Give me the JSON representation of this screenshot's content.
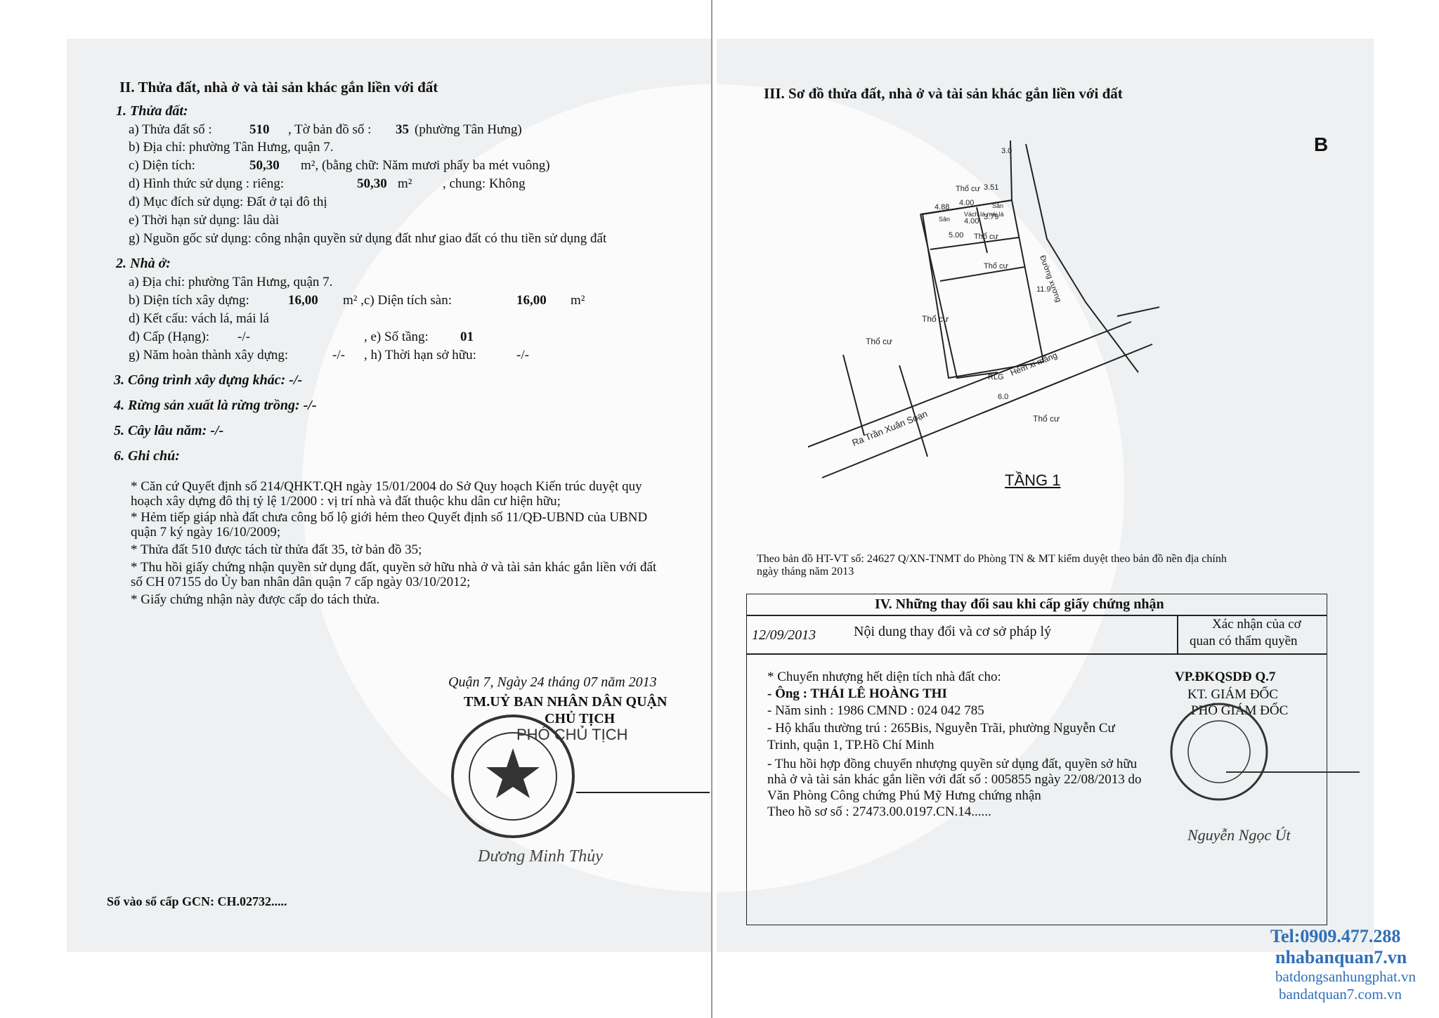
{
  "left": {
    "section_title": "II. Thửa đất, nhà ở và tài sản khác gắn liền với đất",
    "land": {
      "heading": "1. Thửa đất:",
      "a_label": "a) Thửa đất số :",
      "a_value": "510",
      "a_map_label": ", Tờ bản đồ số :",
      "a_map_value": "35",
      "a_ward": "(phường Tân Hưng)",
      "b": "b) Địa chỉ:   phường Tân Hưng, quận 7.",
      "c_label": "c) Diện tích:",
      "c_value": "50,30",
      "c_unit": "m², (bằng chữ: Năm mươi phẩy ba mét vuông)",
      "d_label": "d) Hình thức sử dụng : riêng:",
      "d_value": "50,30",
      "d_unit": "m²",
      "d_shared": ", chung: Không",
      "dd": "đ) Mục đích sử dụng: Đất ở tại đô thị",
      "e": "e) Thời hạn sử dụng:  lâu dài",
      "g": "g) Nguồn gốc sử dụng: công nhận quyền sử dụng đất như giao đất có thu tiền sử dụng đất"
    },
    "house": {
      "heading": "2. Nhà ở:",
      "a": "a) Địa chỉ:   phường Tân Hưng, quận 7.",
      "b_label": "b) Diện tích xây dựng:",
      "b_value": "16,00",
      "b_unit": "m² ,c) Diện tích sàn:",
      "b_floor_value": "16,00",
      "b_floor_unit": "m²",
      "d": "d) Kết cấu:  vách lá, mái lá",
      "dd_label": "đ) Cấp (Hạng):",
      "dd_value": "-/-",
      "e_label": ", e) Số tầng:",
      "e_value": "01",
      "g_label": "g) Năm hoàn thành xây dựng:",
      "g_value": "-/-",
      "h_label": ", h) Thời hạn sở hữu:",
      "h_value": "-/-"
    },
    "other_construction": "3. Công trình xây dựng khác: -/-",
    "forest": "4. Rừng sản xuất là rừng trồng: -/-",
    "perennial": "5. Cây lâu năm: -/-",
    "notes": {
      "heading": "6. Ghi chú:",
      "lines": [
        "* Căn cứ Quyết định số 214/QHKT.QH ngày 15/01/2004 do Sở Quy hoạch Kiến trúc duyệt quy",
        "hoạch xây dựng đô thị tỷ lệ 1/2000 : vị trí nhà và đất thuộc khu dân cư hiện hữu;",
        "* Hẻm tiếp giáp nhà đất chưa công bố lộ giới hẻm theo Quyết định số 11/QĐ-UBND của UBND",
        "quận 7 ký ngày 16/10/2009;",
        "* Thửa đất 510 được tách từ thửa đất 35, tờ bản đồ 35;",
        "* Thu hồi giấy chứng nhận quyền sử dụng đất, quyền sở hữu nhà ở và tài sản khác gắn liền với đất",
        "số CH 07155 do Ủy ban nhân dân quận 7 cấp ngày 03/10/2012;",
        "* Giấy chứng nhận này được cấp do tách thửa."
      ]
    },
    "signature": {
      "date": "Quận 7, Ngày 24  tháng 07  năm 2013",
      "org": "TM.UỶ BAN NHÂN DÂN QUẬN",
      "chair": "CHỦ TỊCH",
      "stamp_title": "PHÓ CHỦ TỊCH",
      "signer": "Dương Minh Thủy"
    },
    "cert_number": "Số vào sổ cấp GCN: CH.02732....."
  },
  "right": {
    "section_title": "III. Sơ đồ thửa đất, nhà ở và tài sản khác gắn liền với đất",
    "letter_b": "B",
    "diagram": {
      "floor_label": "TẦNG 1",
      "street_label": "Ra Trần Xuân Soạn",
      "alley_label": "Hẻm xi măng",
      "side_road": "Đường xương",
      "thocu": "Thổ cư",
      "dims": [
        "3.0",
        "4.00",
        "3.51",
        "4.00",
        "4.88",
        "4.00",
        "3.79",
        "5.00",
        "11.9",
        "6.0",
        "4.00"
      ],
      "wall_label": "Vách lá mái lá",
      "san": "Sân",
      "rlg": "RLG"
    },
    "map_note_1": "Theo bản đồ HT-VT số:  24627  Q/XN-TNMT do Phòng TN & MT kiểm duyệt theo bản đồ nền  địa  chính",
    "map_note_2": "ngày         tháng          năm 2013",
    "changes": {
      "title": "IV. Những thay đổi sau khi cấp giấy chứng nhận",
      "col_date": "12/09/2013",
      "col_content": "Nội dung thay đổi và cơ sở pháp lý",
      "col_confirm_1": "Xác nhận của cơ",
      "col_confirm_2": "quan có thẩm quyền",
      "lines": [
        "* Chuyển nhượng hết diện tích nhà đất cho:",
        "- Ông : THÁI LÊ HOÀNG THI",
        "- Năm sinh : 1986     CMND : 024 042 785",
        "- Hộ khẩu thường trú : 265Bis, Nguyễn Trãi, phường  Nguyễn Cư",
        "Trinh, quận 1, TP.Hồ Chí Minh",
        "- Thu hồi hợp đồng chuyển nhượng quyền sử dụng đất, quyền sở hữu",
        "nhà ở và tài sản khác gắn liền với đất số : 005855 ngày 22/08/2013 do",
        "Văn Phòng Công chứng Phú Mỹ Hưng  chứng nhận",
        "Theo hồ sơ số : 27473.00.0197.CN.14......"
      ],
      "office": "VP.ĐKQSDĐ Q.7",
      "director": "KT. GIÁM ĐỐC",
      "deputy": "PHÓ GIÁM ĐỐC",
      "signer": "Nguyễn Ngọc Út"
    }
  },
  "watermark": {
    "tel": "Tel:0909.477.288",
    "site1": "nhabanquan7.vn",
    "site2": "batdongsanhungphat.vn",
    "site3": "bandatquan7.com.vn",
    "color": "#2f6fb8"
  }
}
